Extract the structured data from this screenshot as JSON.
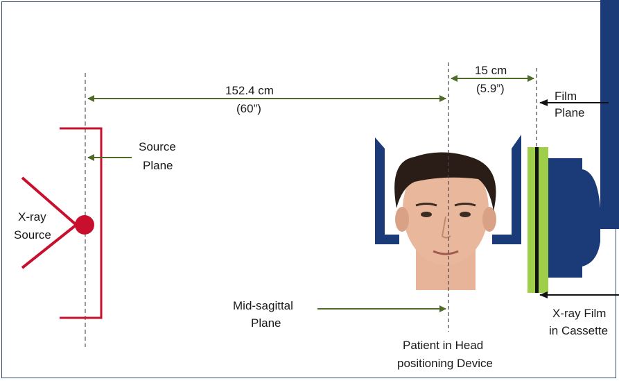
{
  "labels": {
    "distance_source_to_midsagittal": "152.4 cm",
    "distance_source_to_midsagittal_inches": "(60”)",
    "distance_midsagittal_to_film": "15 cm",
    "distance_midsagittal_to_film_inches": "(5.9”)",
    "film_plane_line1": "Film",
    "film_plane_line2": "Plane",
    "source_plane_line1": "Source",
    "source_plane_line2": "Plane",
    "xray_source_line1": "X-ray",
    "xray_source_line2": "Source",
    "midsagittal_line1": "Mid-sagittal",
    "midsagittal_line2": "Plane",
    "patient_line1": "Patient in Head",
    "patient_line2": "positioning Device",
    "film_cassette_line1": "X-ray Film",
    "film_cassette_line2": "in Cassette"
  },
  "colors": {
    "dimension_arrow": "#4e6b2a",
    "source_red": "#c8102e",
    "device_navy": "#1b3a78",
    "cassette_green": "#9fcf4a",
    "film_black": "#111111",
    "frame_border": "#2f4a72"
  }
}
